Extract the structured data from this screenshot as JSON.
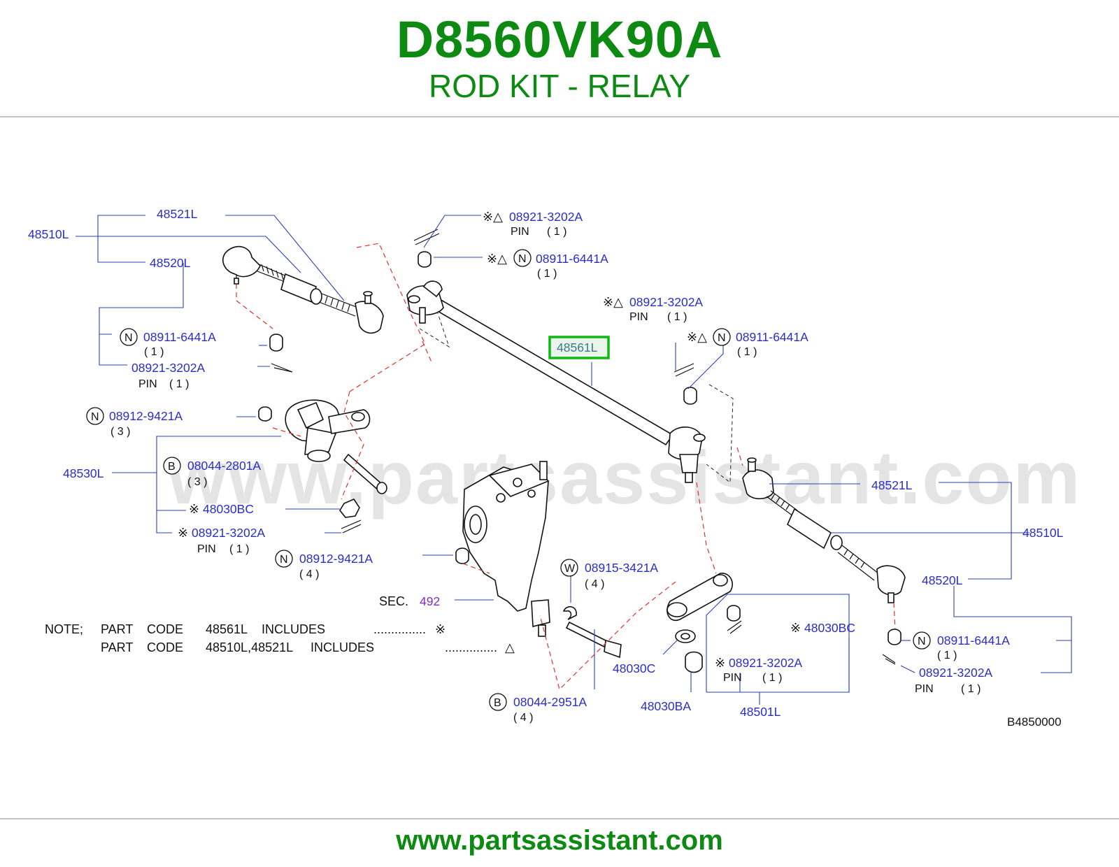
{
  "header": {
    "code": "D8560VK90A",
    "title": "ROD KIT - RELAY"
  },
  "watermark": "www.partsassistant.com",
  "footer": {
    "url": "www.partsassistant.com"
  },
  "diagram_id": "B4850000",
  "colors": {
    "brand_green": "#0d8a12",
    "part_link": "#2a2ec8",
    "highlight": "#11b811",
    "sec_link": "#7a2ec8",
    "guide_red": "#e0322e"
  },
  "callouts": {
    "left_48510L": "48510L",
    "left_48521L": "48521L",
    "left_48520L": "48520L",
    "left_nut": {
      "mark": "N",
      "part": "08911-6441A",
      "qty": "( 1 )"
    },
    "left_pin": {
      "part": "08921-3202A",
      "desc": "PIN",
      "qty": "( 1 )"
    },
    "top_pin": {
      "prefix": "※△",
      "part": "08921-3202A",
      "desc": "PIN",
      "qty": "( 1 )"
    },
    "top_nut": {
      "prefix": "※△",
      "mark": "N",
      "part": "08911-6441A",
      "qty": "( 1 )"
    },
    "mid_pin": {
      "prefix": "※△",
      "part": "08921-3202A",
      "desc": "PIN",
      "qty": "( 1 )"
    },
    "mid_nut": {
      "prefix": "※△",
      "mark": "N",
      "part": "08911-6441A",
      "qty": "( 1 )"
    },
    "center_rod": "48561L",
    "idler_nut": {
      "mark": "N",
      "part": "08912-9421A",
      "qty": "( 3 )"
    },
    "idler_48530L": "48530L",
    "idler_bolt": {
      "mark": "B",
      "part": "08044-2801A",
      "qty": "( 3 )"
    },
    "idler_48030BC": {
      "prefix": "※",
      "part": "48030BC"
    },
    "idler_pin": {
      "prefix": "※",
      "part": "08921-3202A",
      "desc": "PIN",
      "qty": "( 1 )"
    },
    "gear_nut": {
      "mark": "N",
      "part": "08912-9421A",
      "qty": "( 4 )"
    },
    "washer": {
      "mark": "W",
      "part": "08915-3421A",
      "qty": "( 4 )"
    },
    "sec": {
      "label": "SEC.",
      "number": "492"
    },
    "right_48521L": "48521L",
    "right_48510L": "48510L",
    "right_48520L": "48520L",
    "right_nut": {
      "mark": "N",
      "part": "08911-6441A",
      "qty": "( 1 )"
    },
    "right_pin": {
      "part": "08921-3202A",
      "desc": "PIN",
      "qty": "( 1 )"
    },
    "pitman_48030BC": {
      "prefix": "※",
      "part": "48030BC"
    },
    "pitman_pin": {
      "prefix": "※",
      "part": "08921-3202A",
      "desc": "PIN",
      "qty": "( 1 )"
    },
    "pitman_48030C": "48030C",
    "pitman_48030BA": "48030BA",
    "pitman_48501L": "48501L",
    "bottom_bolt": {
      "mark": "B",
      "part": "08044-2951A",
      "qty": "( 4 )"
    }
  },
  "note": {
    "label": "NOTE;",
    "line1": {
      "part": "PART",
      "code": "CODE",
      "value": "48561L",
      "includes": "INCLUDES",
      "dots": "...............",
      "symbol": "※"
    },
    "line2": {
      "part": "PART",
      "code": "CODE",
      "value": "48510L,48521L",
      "includes": "INCLUDES",
      "dots": "...............",
      "symbol": "△"
    }
  }
}
